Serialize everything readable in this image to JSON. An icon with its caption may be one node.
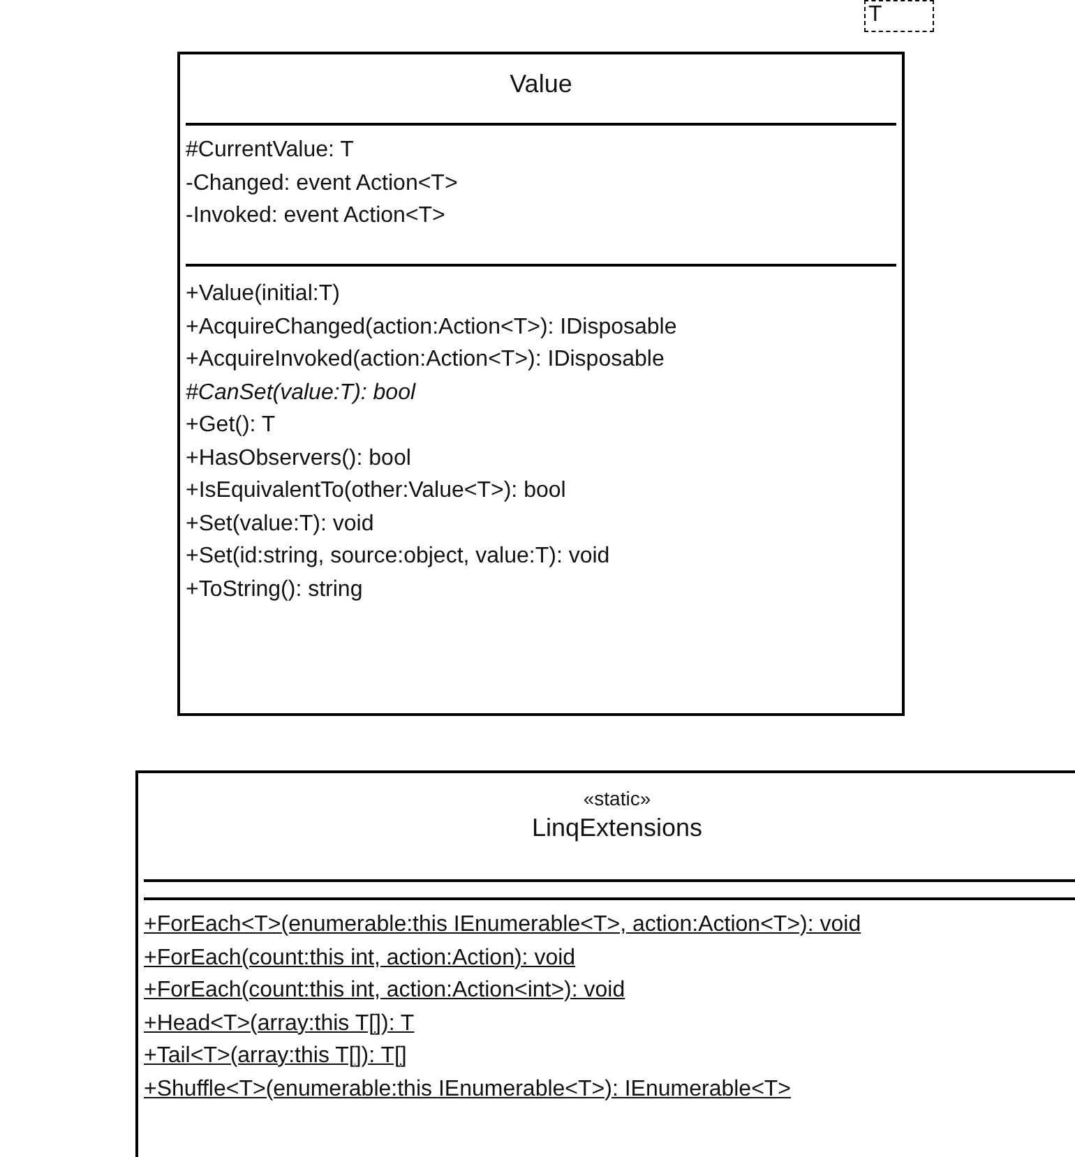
{
  "diagram": {
    "nodes": [
      {
        "text": [
          "Value",
          "#CurrentValue: T",
          "-Changed: event Action<T>",
          "-Invoked: event Action<T>",
          "+Value(initial:T)",
          "+AcquireChanged(action:Action<T>): IDisposable",
          "+AcquireInvoked(action:Action<T>): IDisposable",
          "#CanSet(value:T): bool",
          "+Get(): T",
          "+HasObservers(): bool",
          "+IsEquivalentTo(other:Value<T>): bool",
          "+Set(value:T): void",
          "+Set(id:string, source:object, value:T): void",
          "+ToString(): string"
        ]
      },
      {
        "text": [
          "T"
        ]
      },
      {
        "text": [
          "«static»",
          "LinqExtensions",
          "+ForEach<T>(enumerable:this IEnumerable<T>, action:Action<T>): void",
          "+ForEach(count:this int, action:Action): void",
          "+ForEach(count:this int, action:Action<int>): void",
          "+Head<T>(array:this T[]): T",
          "+Tail<T>(array:this T[]): T[]",
          "+Shuffle<T>(enumerable:this IEnumerable<T>): IEnumerable<T>"
        ]
      }
    ],
    "edges": []
  }
}
